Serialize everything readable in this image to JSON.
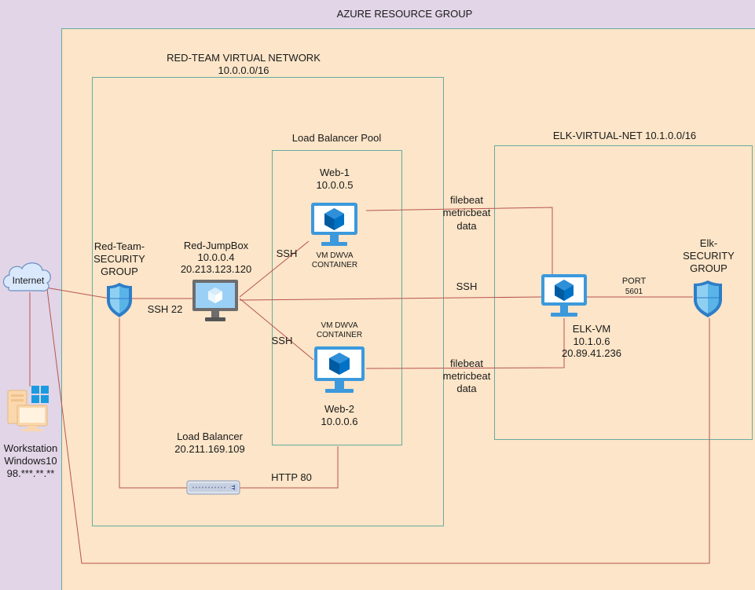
{
  "resource_group": {
    "title": "AZURE RESOURCE GROUP"
  },
  "red_vnet": {
    "title": "RED-TEAM VIRTUAL NETWORK",
    "cidr": "10.0.0.0/16"
  },
  "lb_pool": {
    "title": "Load Balancer Pool"
  },
  "elk_vnet": {
    "title": "ELK-VIRTUAL-NET 10.1.0.0/16"
  },
  "internet": {
    "label": "Internet"
  },
  "workstation": {
    "line1": "Workstation",
    "line2": "Windows10",
    "line3": "98.***.**.**"
  },
  "red_nsg": {
    "line1": "Red-Team-",
    "line2": "SECURITY",
    "line3": "GROUP"
  },
  "jumpbox": {
    "name": "Red-JumpBox",
    "private_ip": "10.0.0.4",
    "public_ip": "20.213.123.120"
  },
  "web1": {
    "name": "Web-1",
    "ip": "10.0.0.5",
    "container_line1": "VM DWVA",
    "container_line2": "CONTAINER"
  },
  "web2": {
    "name": "Web-2",
    "ip": "10.0.0.6",
    "container_line1": "VM DWVA",
    "container_line2": "CONTAINER"
  },
  "load_balancer": {
    "name": "Load Balancer",
    "ip": "20.211.169.109"
  },
  "elk_vm": {
    "name": "ELK-VM",
    "private_ip": "10.1.0.6",
    "public_ip": "20.89.41.236"
  },
  "elk_nsg": {
    "line1": "Elk-",
    "line2": "SECURITY",
    "line3": "GROUP"
  },
  "connections": {
    "ssh_22": "SSH 22",
    "ssh_web1": "SSH",
    "ssh_web2": "SSH",
    "ssh_elk": "SSH",
    "http_80": "HTTP 80",
    "beats1_a": "filebeat",
    "beats1_b": "metricbeat",
    "beats1_c": "data",
    "beats2_a": "filebeat",
    "beats2_b": "metricbeat",
    "beats2_c": "data",
    "port_a": "PORT",
    "port_b": "5601"
  },
  "colors": {
    "background": "#e1d5e7",
    "group_fill": "#fce5c8",
    "group_border": "#67ab9f",
    "line": "#b85450",
    "azure_blue": "#3c99dc",
    "workstation": "#fad7ac"
  }
}
